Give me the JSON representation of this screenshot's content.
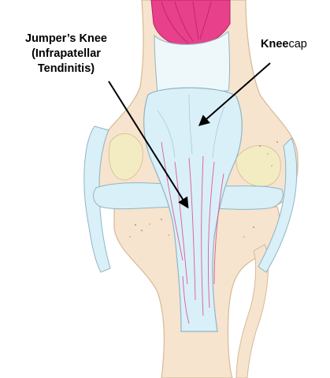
{
  "labels": {
    "jumpers_knee": {
      "line1": "Jumper’s Knee",
      "line2": "(Infrapatellar",
      "line3": "Tendinitis)"
    },
    "kneecap": {
      "bold_part": "Knee",
      "regular_part": "cap"
    }
  },
  "colors": {
    "bone": "#f6e4cf",
    "bone_outline": "#d7b995",
    "tendon": "#d9f0f8",
    "tendon_outline": "#8fb5c4",
    "muscle": "#e8408a",
    "fibers": "#e0589a",
    "cartilage": "#f3ecc3",
    "arrow": "#000000"
  }
}
